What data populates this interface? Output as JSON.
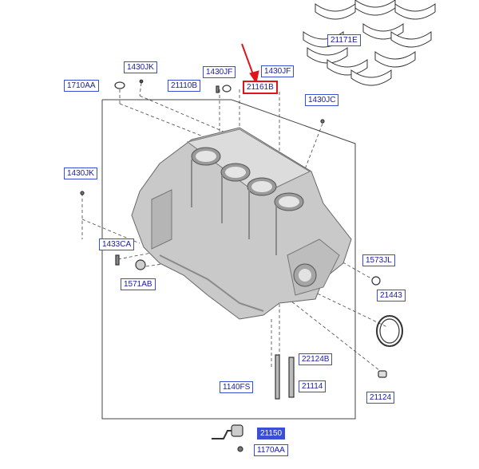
{
  "labels": {
    "p21171E": "21171E",
    "p1430JK_a": "1430JK",
    "p1430JF_a": "1430JF",
    "p1430JF_b": "1430JF",
    "p1710AA": "1710AA",
    "p21110B": "21110B",
    "p21161B": "21161B",
    "p1430JC": "1430JC",
    "p1430JK_b": "1430JK",
    "p1433CA": "1433CA",
    "p1573JL": "1573JL",
    "p1571AB": "1571AB",
    "p21443": "21443",
    "p22124B": "22124B",
    "p1140FS": "1140FS",
    "p21114": "21114",
    "p21124": "21124",
    "p21150": "21150",
    "p1170AA": "1170AA"
  },
  "colors": {
    "label_text": "#1a1aa8",
    "label_border": "#3a4fd6",
    "highlight": "#e0141b",
    "selected_fill": "#3a4fd6",
    "part_fill": "#c9c9c9",
    "line": "#333333"
  },
  "icons": {
    "callout_arrow": "red-arrow-icon"
  }
}
